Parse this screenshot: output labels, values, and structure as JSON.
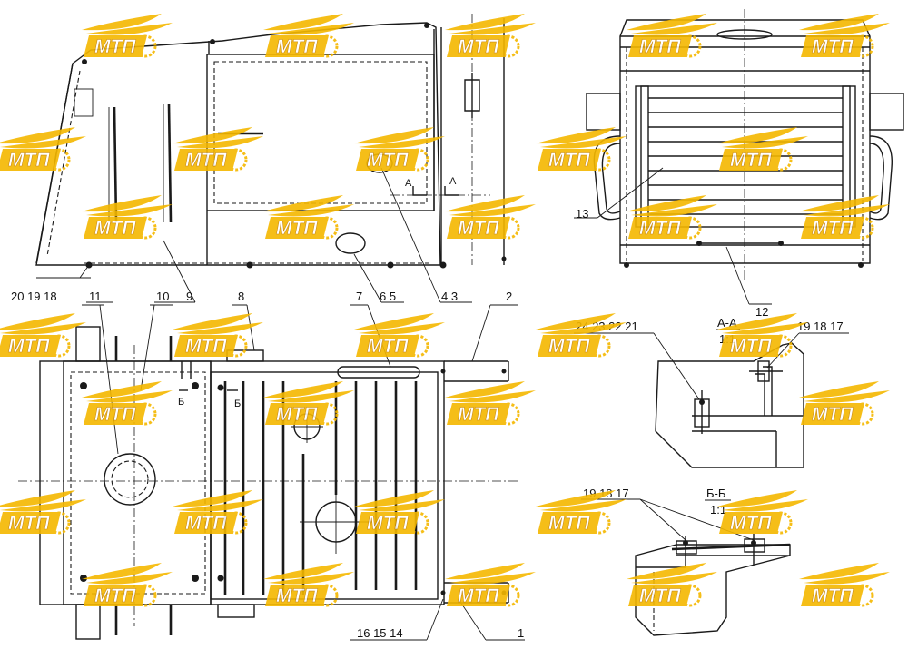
{
  "callouts": {
    "c20_19_18": "20 19 18",
    "c11": "11",
    "c10": "10",
    "c9": "9",
    "c8": "8",
    "c7": "7",
    "c6_5": "6 5",
    "c4_3": "4 3",
    "c2": "2",
    "c1": "1",
    "c16_15_14": "16 15 14",
    "c13": "13",
    "c12": "12",
    "c24_23_22_21": "24 23 22 21",
    "c19_18_17_a": "19 18 17",
    "c19_18_17_b": "19 18 17"
  },
  "section_marks": {
    "a_top": "A",
    "a_top2": "A",
    "b_left": "Б",
    "b_right": "Б"
  },
  "section_titles": {
    "aa": "А-А",
    "aa_scale": "1:1",
    "bb": "Б-Б",
    "bb_scale": "1:1"
  },
  "watermark": {
    "text": "МТП",
    "color_fill": "#f5b800",
    "color_outline": "#c47f00"
  },
  "colors": {
    "line": "#1a1a1a",
    "background": "#ffffff"
  }
}
